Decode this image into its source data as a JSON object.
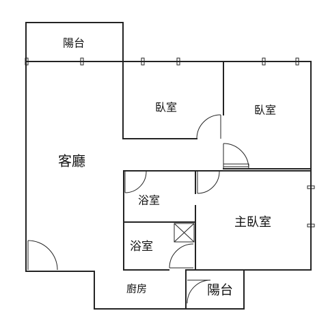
{
  "rooms": {
    "balcony_top": "陽台",
    "bedroom_1": "臥室",
    "bedroom_2": "臥室",
    "living_room": "客廳",
    "bathroom_1": "浴室",
    "bathroom_2": "浴室",
    "master_bedroom": "主臥室",
    "kitchen": "廚房",
    "balcony_bottom": "陽台"
  }
}
